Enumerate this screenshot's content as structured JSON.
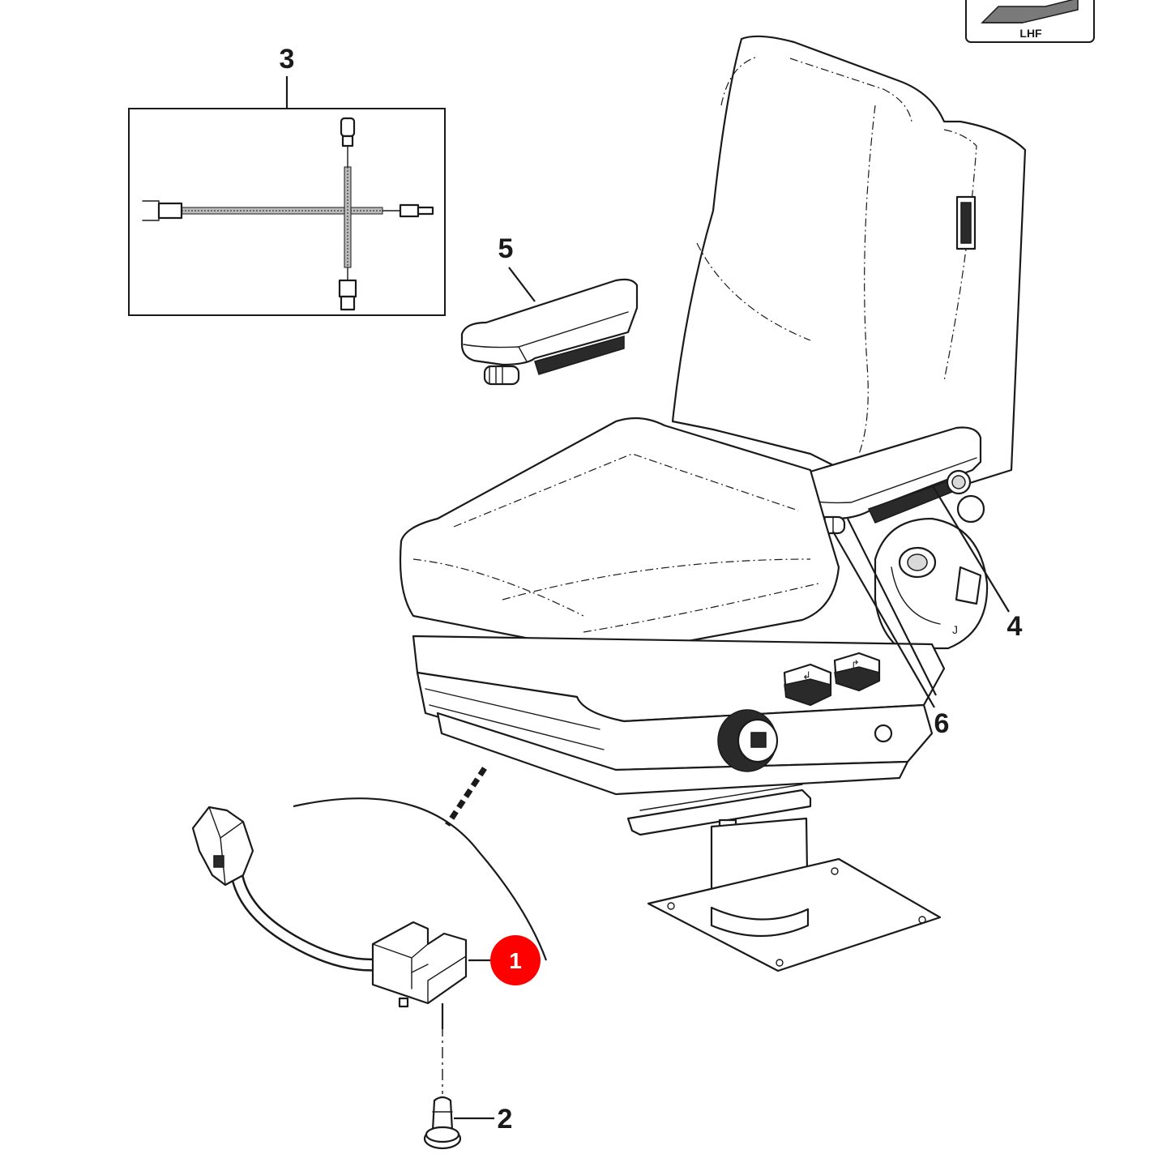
{
  "badge": {
    "label": "LHF",
    "arrow_color": "#7a7a7a"
  },
  "callouts": [
    {
      "id": "1",
      "label": "1",
      "highlighted": true
    },
    {
      "id": "2",
      "label": "2",
      "highlighted": false
    },
    {
      "id": "3",
      "label": "3",
      "highlighted": false
    },
    {
      "id": "4",
      "label": "4",
      "highlighted": false
    },
    {
      "id": "5",
      "label": "5",
      "highlighted": false
    },
    {
      "id": "6",
      "label": "6",
      "highlighted": false
    }
  ],
  "colors": {
    "highlight": "#ff0000",
    "line": "#1a1a1a",
    "background": "#ffffff"
  },
  "icons": {
    "orientation_badge": "left-hand-front-arrow-icon",
    "seat": "operator-seat-illustration",
    "harness": "wiring-harness-icon",
    "sensor": "seat-switch-sensor-icon",
    "screw": "screw-icon"
  }
}
